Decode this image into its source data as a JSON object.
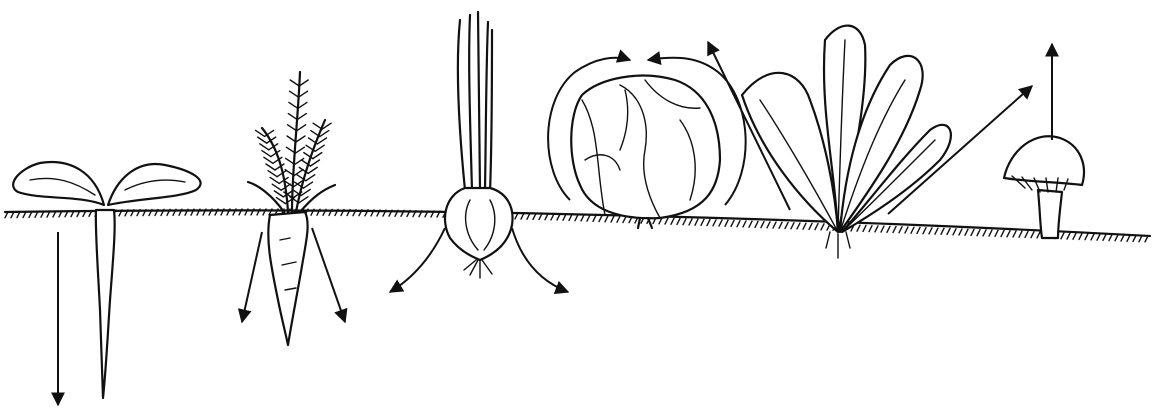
{
  "diagram": {
    "plants": [
      {
        "name": "radish",
        "growth_direction": "down"
      },
      {
        "name": "carrot",
        "growth_direction": "down"
      },
      {
        "name": "onion",
        "growth_direction": "sideways"
      },
      {
        "name": "cabbage",
        "growth_direction": "inward"
      },
      {
        "name": "spinach",
        "growth_direction": "up"
      },
      {
        "name": "mushroom",
        "growth_direction": "up"
      }
    ],
    "colors": {
      "ink": "#111111",
      "background": "#ffffff"
    }
  }
}
